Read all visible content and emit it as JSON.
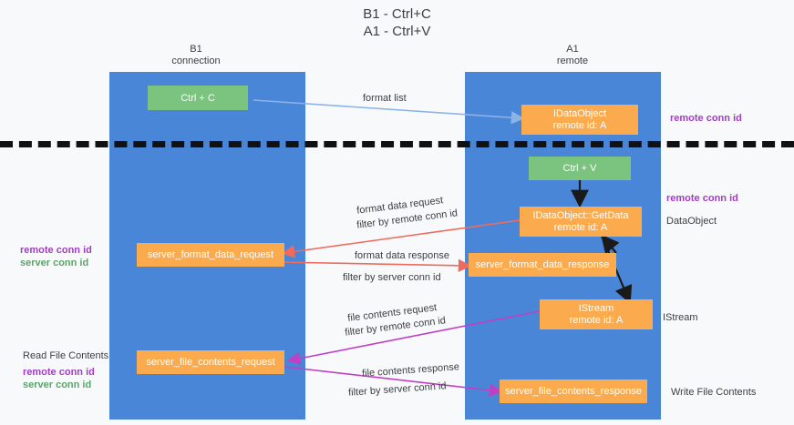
{
  "title": {
    "line1": "B1 - Ctrl+C",
    "line2": "A1 - Ctrl+V"
  },
  "lanes": [
    {
      "id": "b1",
      "name": "B1",
      "role": "connection"
    },
    {
      "id": "a1",
      "name": "A1",
      "role": "remote"
    }
  ],
  "boxes": {
    "ctrl_c": {
      "label": "Ctrl + C",
      "color": "#7bc47f"
    },
    "idataobject": {
      "line1": "IDataObject",
      "line2": "remote id: A",
      "color": "#fbab4e"
    },
    "ctrl_v": {
      "label": "Ctrl + V",
      "color": "#7bc47f"
    },
    "getdata": {
      "line1": "IDataObject::GetData",
      "line2": "remote id: A",
      "color": "#fbab4e"
    },
    "fmt_request": {
      "label": "server_format_data_request",
      "color": "#fbab4e"
    },
    "fmt_response": {
      "label": "server_format_data_response",
      "color": "#fbab4e"
    },
    "istream": {
      "line1": "IStream",
      "line2": "remote id: A",
      "color": "#fbab4e"
    },
    "file_request": {
      "label": "server_file_contents_request",
      "color": "#fbab4e"
    },
    "file_response": {
      "label": "server_file_contents_response",
      "color": "#fbab4e"
    }
  },
  "edge_labels": {
    "format_list": "format list",
    "fmt_req_l1": "format data request",
    "fmt_req_l2_prefix": "filter by",
    "fmt_req_l2_key": "remote conn id",
    "fmt_res_l1": "format data response",
    "fmt_res_l2_prefix": "filter by",
    "fmt_res_l2_key": "server conn id",
    "file_req_l1": "file contents request",
    "file_req_l2_prefix": "filter by",
    "file_req_l2_key": "remote conn id",
    "file_res_l1": "file contents response",
    "file_res_l2_prefix": "filter by",
    "file_res_l2_key": "server conn id"
  },
  "annotations": {
    "right_remote_conn_top": "remote conn id",
    "right_remote_conn_mid": "remote conn id",
    "right_dataobject": "DataObject",
    "right_istream": "IStream",
    "right_write_file": "Write File Contents",
    "left_remote_conn": "remote conn id",
    "left_server_conn": "server conn id",
    "left_read_file": "Read File Contents",
    "left_remote_conn2": "remote conn id",
    "left_server_conn2": "server conn id"
  },
  "colors": {
    "lane": "#4a86d8",
    "green_box": "#7bc47f",
    "orange_box": "#fbab4e",
    "purple": "#a13fc4",
    "green_text": "#5aa469",
    "arrow_blue": "#8ab4e8",
    "arrow_red": "#ef6b5e",
    "arrow_magenta": "#c13fc4",
    "arrow_black": "#1a1a1a",
    "background": "#f8f9fa",
    "divider": "#111111"
  }
}
